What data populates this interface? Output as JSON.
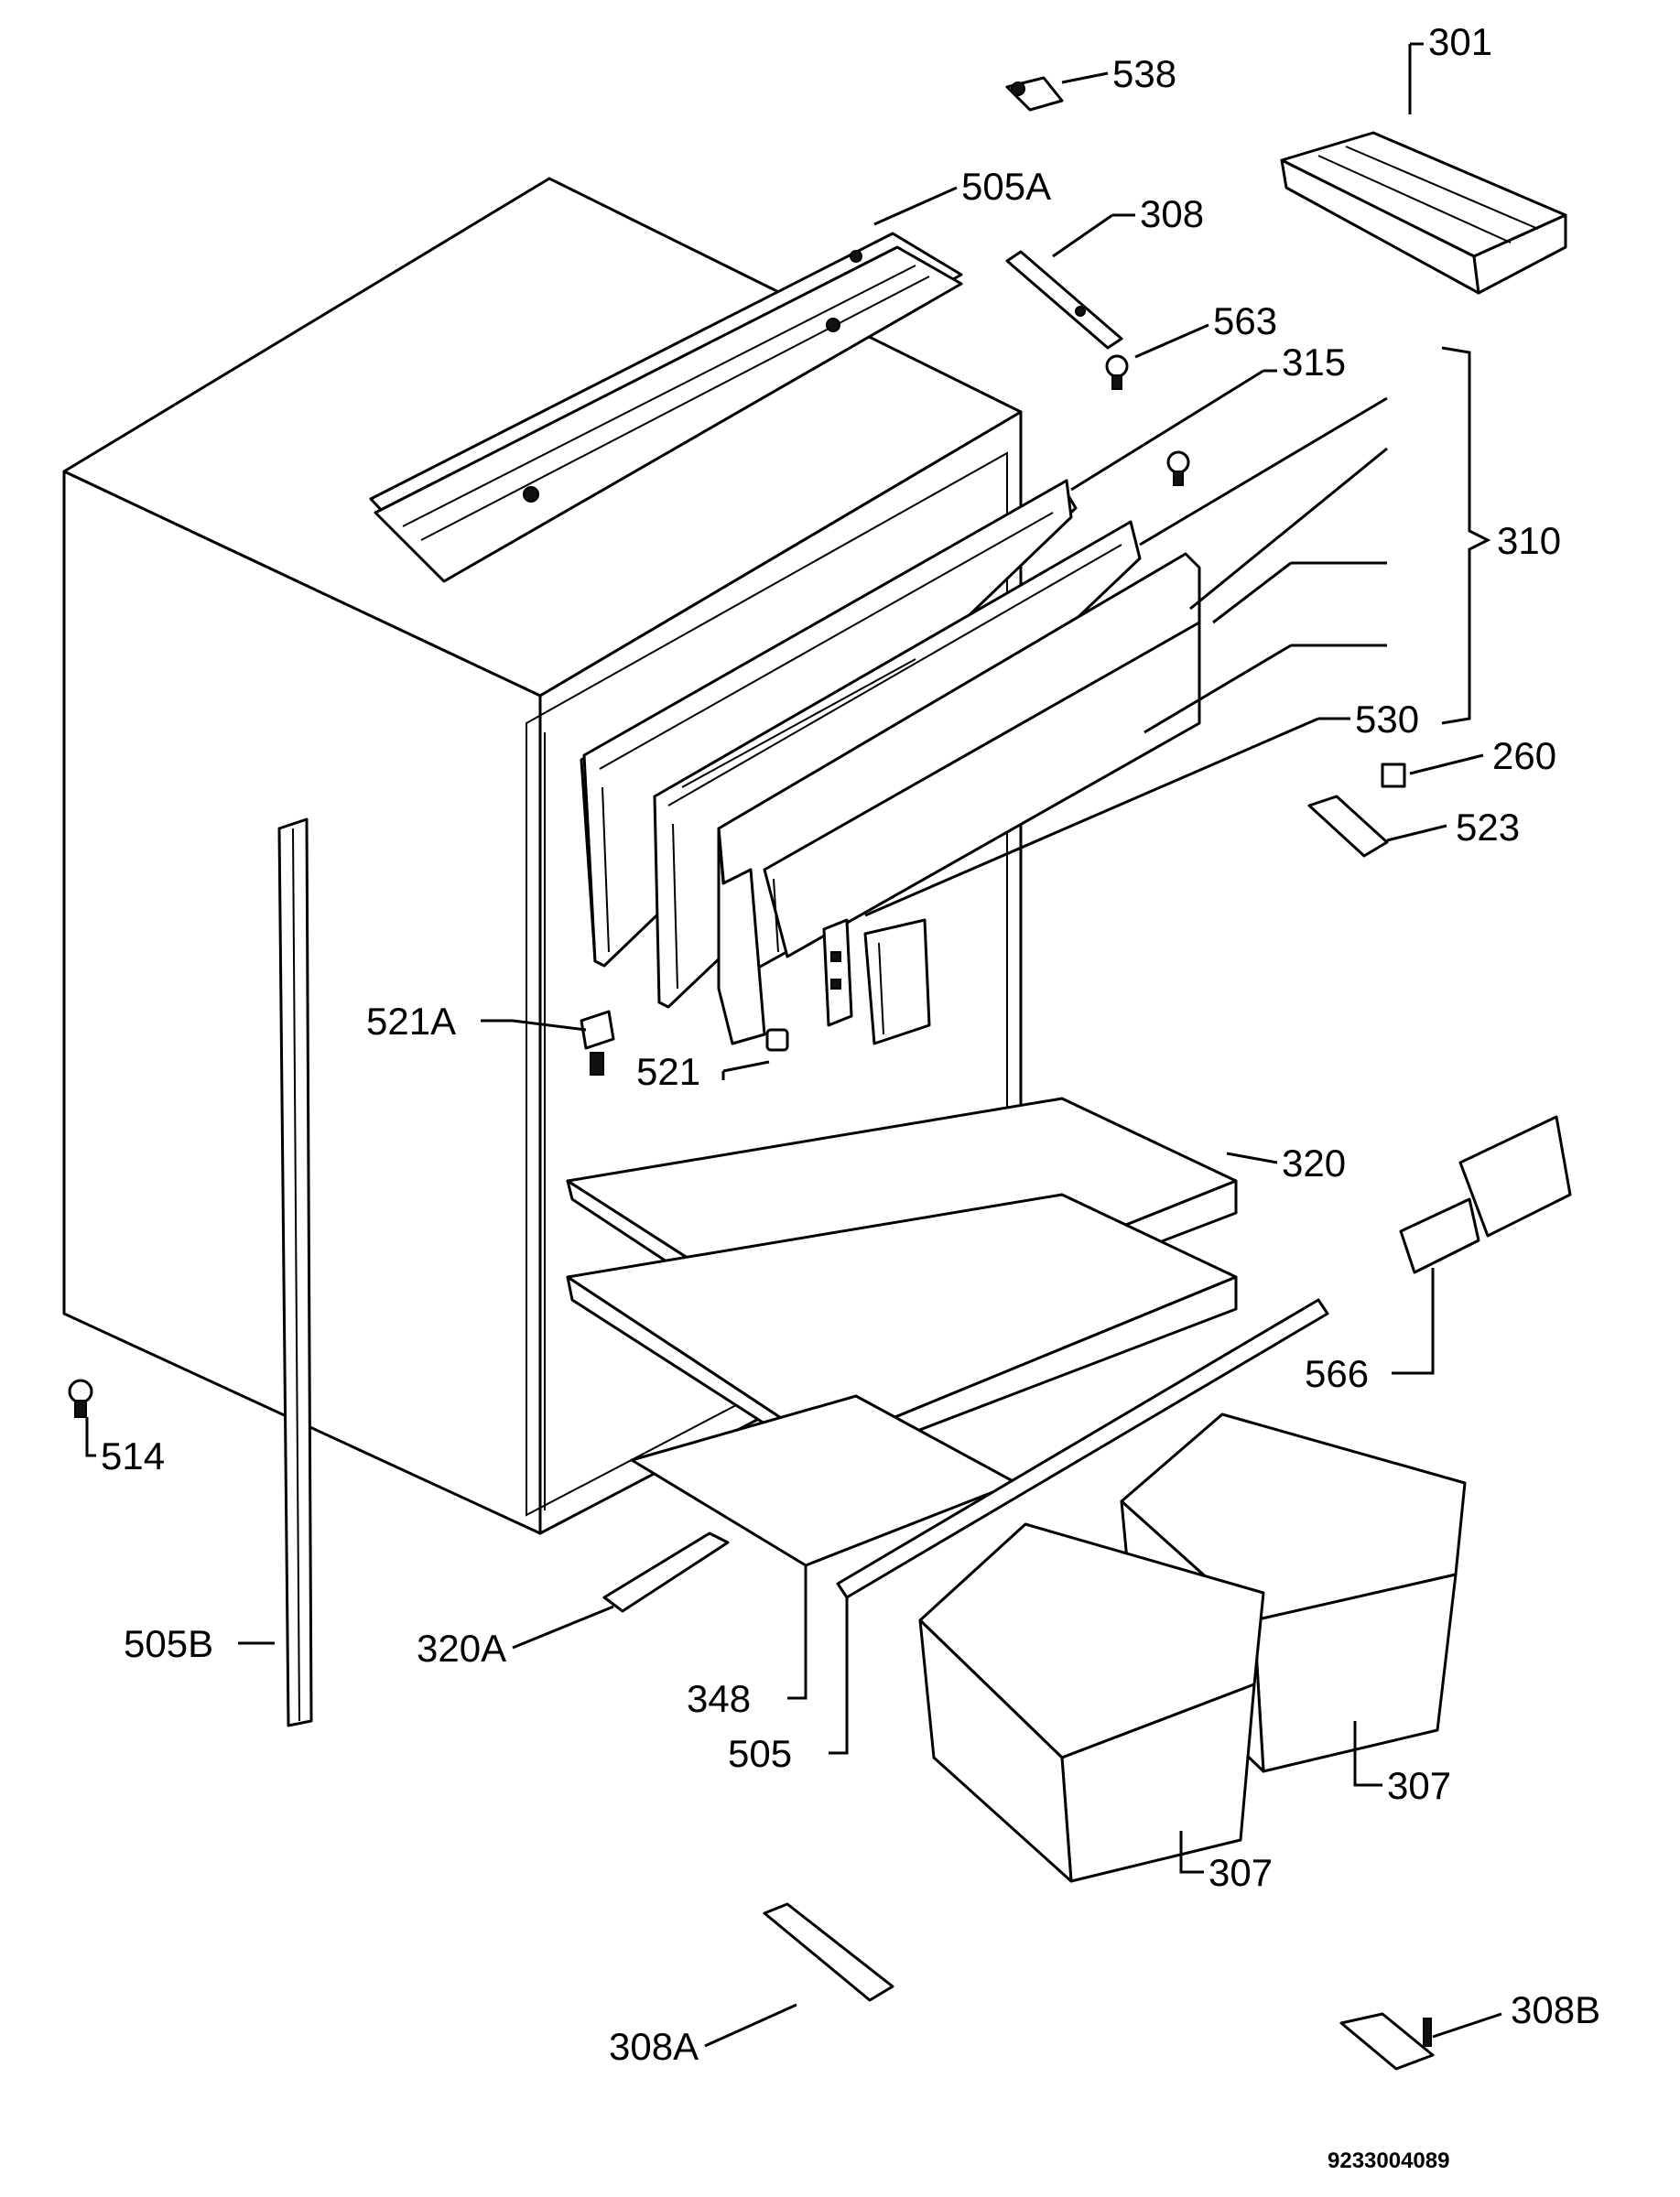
{
  "drawing_number": "9233004089",
  "callouts": {
    "p301": "301",
    "p538": "538",
    "p505A": "505A",
    "p308": "308",
    "p563": "563",
    "p315": "315",
    "p310": "310",
    "p530": "530",
    "p260": "260",
    "p523": "523",
    "p521A": "521A",
    "p521": "521",
    "p320": "320",
    "p566": "566",
    "p514": "514",
    "p505B": "505B",
    "p320A": "320A",
    "p348": "348",
    "p505": "505",
    "p307_right": "307",
    "p307_left": "307",
    "p308A": "308A",
    "p308B": "308B"
  }
}
